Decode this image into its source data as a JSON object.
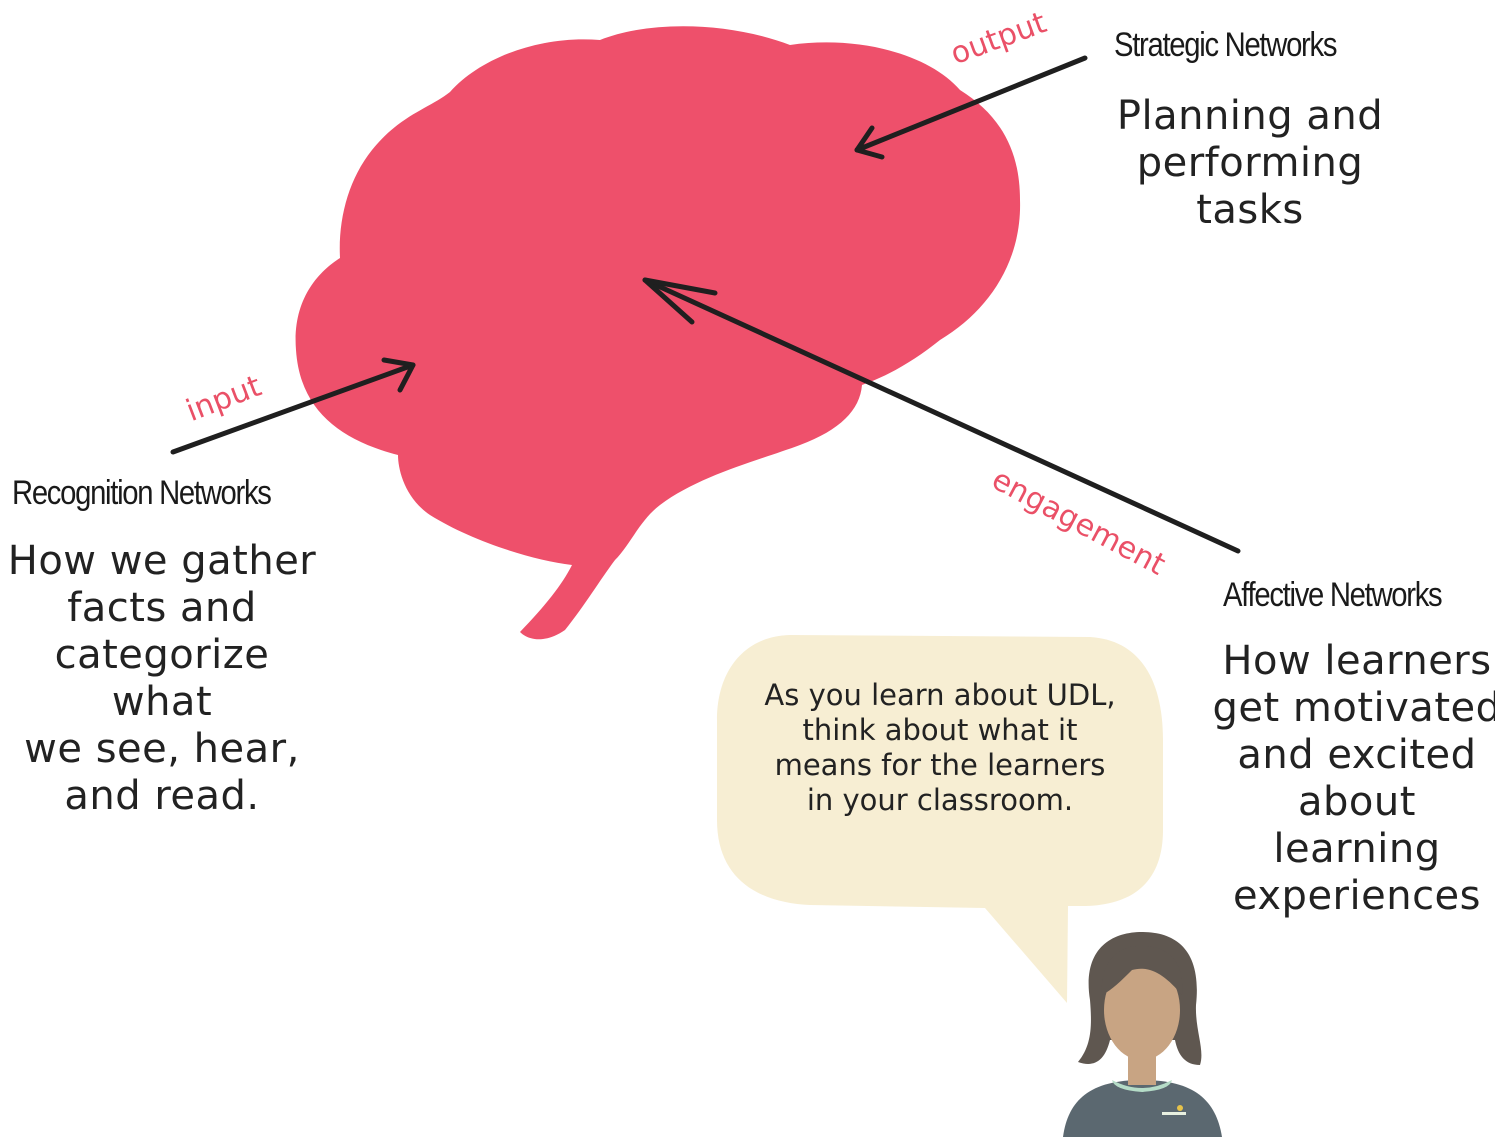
{
  "networks": {
    "strategic": {
      "heading": "Strategic Networks",
      "description": "Planning and\nperforming\ntasks",
      "arrow_label": "output"
    },
    "recognition": {
      "heading": "Recognition Networks",
      "description": "How we gather\nfacts and\ncategorize what\nwe see, hear,\nand read.",
      "arrow_label": "input"
    },
    "affective": {
      "heading": "Affective Networks",
      "description": "How learners\nget motivated\nand excited\nabout\nlearning\nexperiences",
      "arrow_label": "engagement"
    }
  },
  "speech_bubble": {
    "text": "As you learn about UDL,\nthink about what it\nmeans for the learners\nin your classroom."
  },
  "colors": {
    "brain": "#ee506b",
    "label_accent": "#ea5067",
    "bubble": "#f7eed3",
    "arrow": "#1f1f1f",
    "hair": "#5f5750",
    "skin": "#c8a483",
    "shirt": "#5b6870",
    "collar": "#b5dcc7"
  },
  "icons": {
    "brain": "brain-icon",
    "avatar": "teacher-avatar"
  }
}
